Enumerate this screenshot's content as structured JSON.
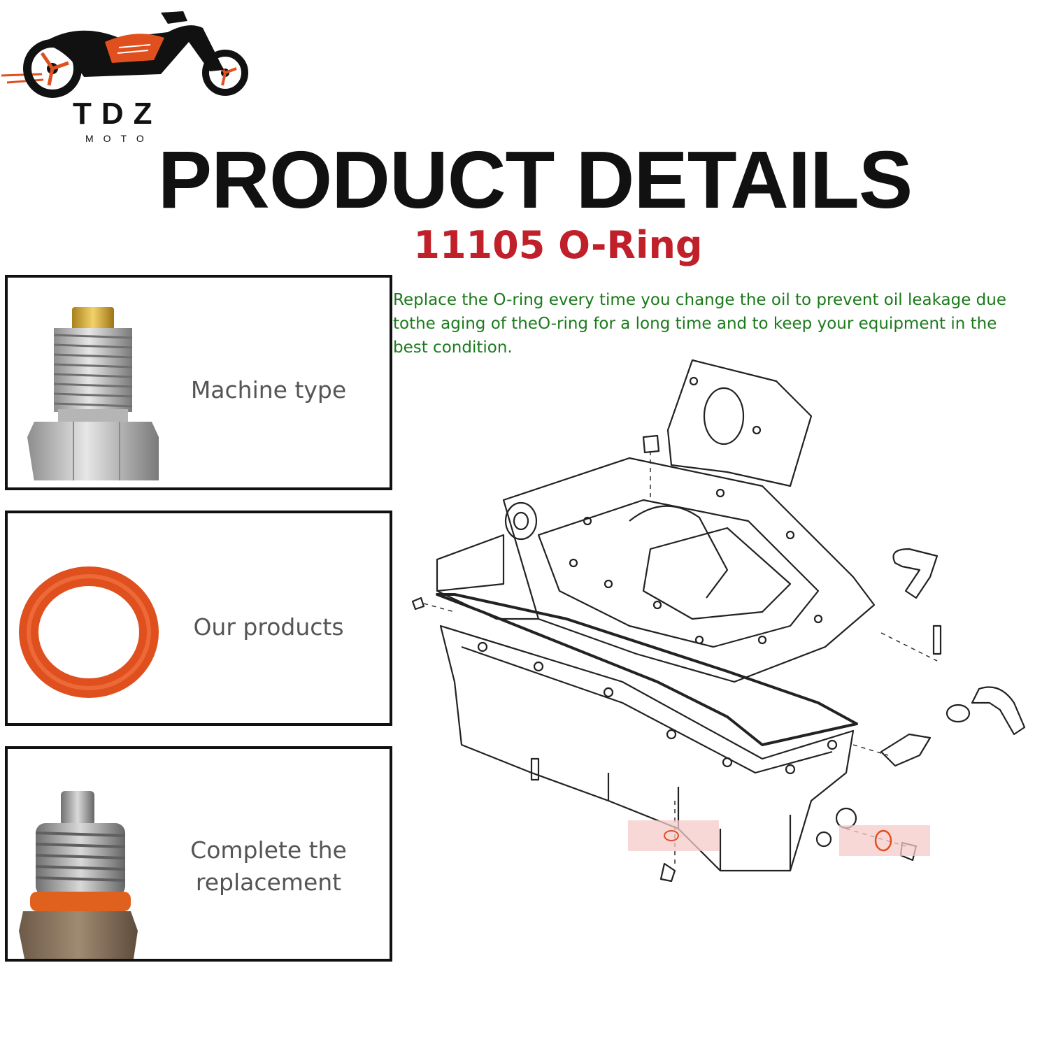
{
  "logo": {
    "brand": "TDZ",
    "tagline": "MOTO"
  },
  "header": {
    "title": "PRODUCT DETAILS",
    "subtitle": "11105 O-Ring"
  },
  "description": "Replace the O-ring every time you change the oil to prevent oil leakage due tothe aging of theO-ring for a long time and to keep your equipment in the best condition.",
  "panels": [
    {
      "label": "Machine type",
      "icon": "drain-plug-icon"
    },
    {
      "label": "Our products",
      "icon": "o-ring-icon"
    },
    {
      "label": "Complete the replacement",
      "icon": "magnetic-drain-plug-icon"
    }
  ],
  "colors": {
    "title": "#111111",
    "subtitle": "#c0202a",
    "description": "#1b7a1b",
    "oring": "#e0501e",
    "highlight": "#f6c9c9"
  }
}
